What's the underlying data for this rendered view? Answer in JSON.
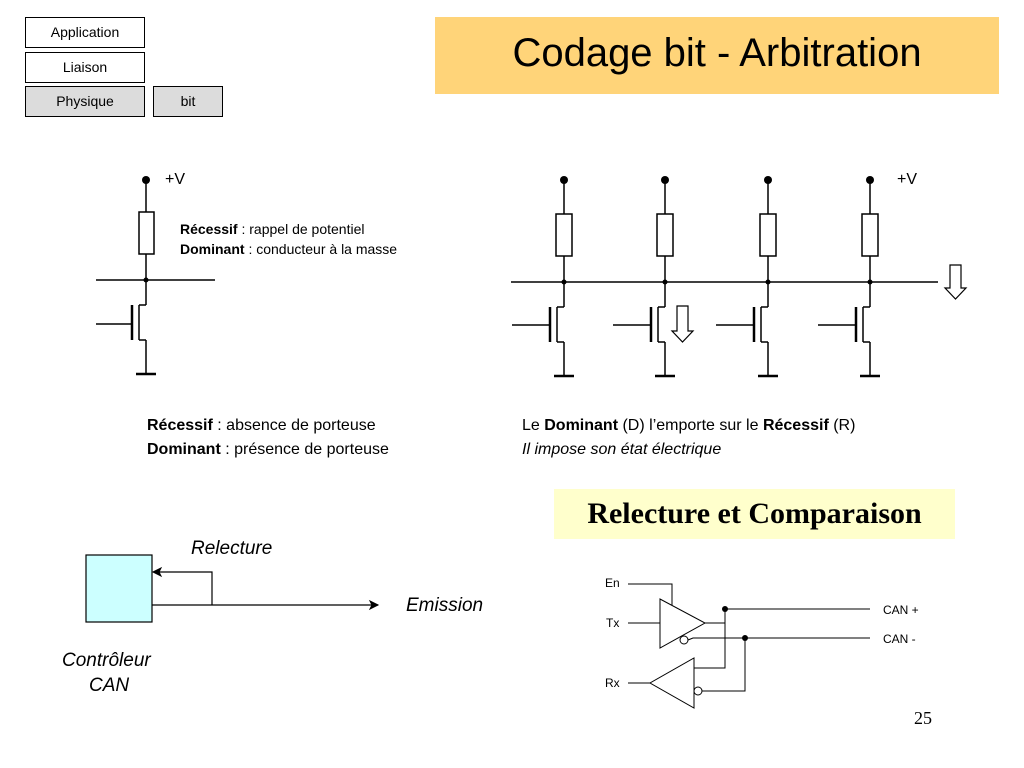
{
  "layers": {
    "application": "Application",
    "liaison": "Liaison",
    "physique": "Physique",
    "bit": "bit"
  },
  "title": "Codage bit - Arbitration",
  "left_circuit": {
    "supply_label": "+V",
    "recessif_word": "Récessif",
    "recessif_desc": " : rappel de potentiel",
    "dominant_word": "Dominant",
    "dominant_desc": " : conducteur à la masse"
  },
  "right_circuit": {
    "supply_label": "+V"
  },
  "caption_left": {
    "recessif_word": "Récessif",
    "recessif_desc": " : absence de porteuse",
    "dominant_word": "Dominant",
    "dominant_desc": " : présence de porteuse"
  },
  "caption_right": {
    "prefix": "Le ",
    "dominant_word": "Dominant",
    "middle": " (D) l’emporte sur le ",
    "recessif_word": "Récessif",
    "suffix": " (R)",
    "line2": "Il impose son état électrique"
  },
  "subtitle": "Relecture et Comparaison",
  "controller": {
    "relecture": "Relecture",
    "emission": "Emission",
    "name_line1": "Contrôleur",
    "name_line2": "CAN",
    "box_color": "#ccffff"
  },
  "transceiver": {
    "en": "En",
    "tx": "Tx",
    "rx": "Rx",
    "can_plus": "CAN +",
    "can_minus": "CAN -"
  },
  "page_number": "25",
  "colors": {
    "title_bg": "#ffd479",
    "subtitle_bg": "#ffffcc",
    "active_layer": "#dcdcdc"
  }
}
